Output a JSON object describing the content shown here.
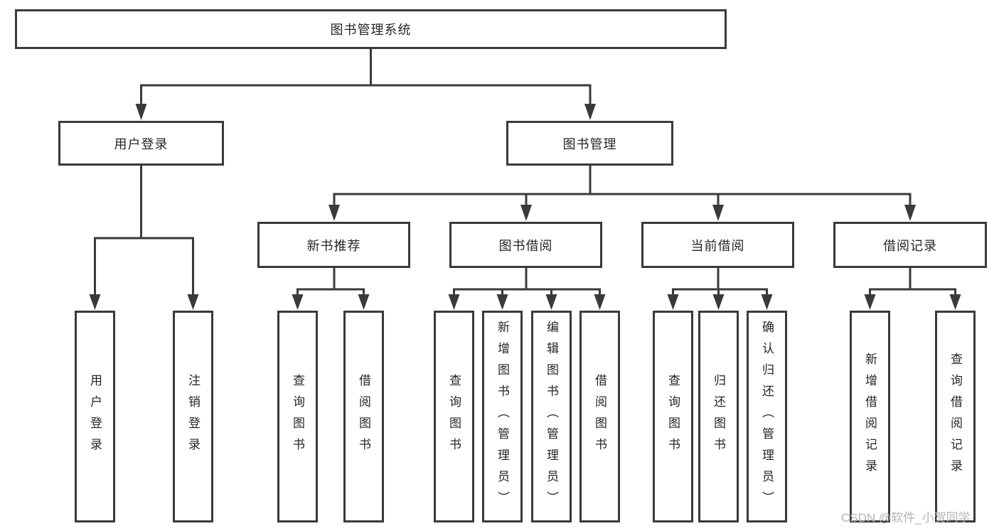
{
  "colors": {
    "line": "#3a3a3a",
    "box_border": "#3a3a3a",
    "text": "#262626",
    "watermark": "#b5b5b5",
    "background": "#ffffff"
  },
  "watermark": {
    "text": "CSDN @软件_小贺同学"
  },
  "tree": {
    "root": {
      "label": "图书管理系统"
    },
    "children": [
      {
        "label": "用户登录",
        "children": [
          {
            "label": "用户登录"
          },
          {
            "label": "注销登录"
          }
        ]
      },
      {
        "label": "图书管理",
        "children": [
          {
            "label": "新书推荐",
            "children": [
              {
                "label": "查询图书"
              },
              {
                "label": "借阅图书"
              }
            ]
          },
          {
            "label": "图书借阅",
            "children": [
              {
                "label": "查询图书"
              },
              {
                "label": "新增图书（管理员）"
              },
              {
                "label": "编辑图书（管理员）"
              },
              {
                "label": "借阅图书"
              }
            ]
          },
          {
            "label": "当前借阅",
            "children": [
              {
                "label": "查询图书"
              },
              {
                "label": "归还图书"
              },
              {
                "label": "确认归还（管理员）"
              }
            ]
          },
          {
            "label": "借阅记录",
            "children": [
              {
                "label": "新增借阅记录"
              },
              {
                "label": "查询借阅记录"
              }
            ]
          }
        ]
      }
    ]
  }
}
